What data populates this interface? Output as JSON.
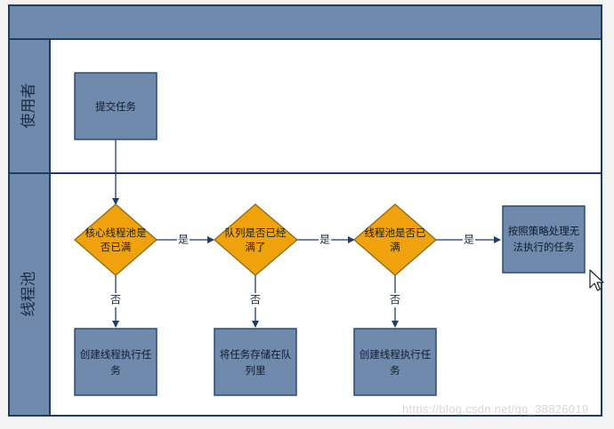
{
  "lanes": {
    "user": {
      "label": "使用者"
    },
    "pool": {
      "label": "线程池"
    }
  },
  "nodes": {
    "submit_task": [
      "提交任务"
    ],
    "core_full": [
      "核心线程池是",
      "否已满"
    ],
    "queue_full": [
      "队列是否已经",
      "满了"
    ],
    "pool_full": [
      "线程池是否已",
      "满"
    ],
    "reject_policy": [
      "按照策略处理无",
      "法执行的任务"
    ],
    "create_thread_1": [
      "创建线程执行任",
      "务"
    ],
    "enqueue": [
      "将任务存储在队",
      "列里"
    ],
    "create_thread_2": [
      "创建线程执行任",
      "务"
    ]
  },
  "edge_labels": {
    "yes": "是",
    "no": "否"
  },
  "watermark": "https://blog.csdn.net/qq_38826019",
  "colors": {
    "lane_border": "#1d3b63",
    "header_fill": "#6f8aad",
    "lane_fill": "#ffffff",
    "box_fill": "#6f8aad",
    "box_stroke": "#2c4a73",
    "diamond_fill": "#f0a20d",
    "diamond_stroke": "#8a6a1a",
    "arrow": "#1f3d66"
  }
}
